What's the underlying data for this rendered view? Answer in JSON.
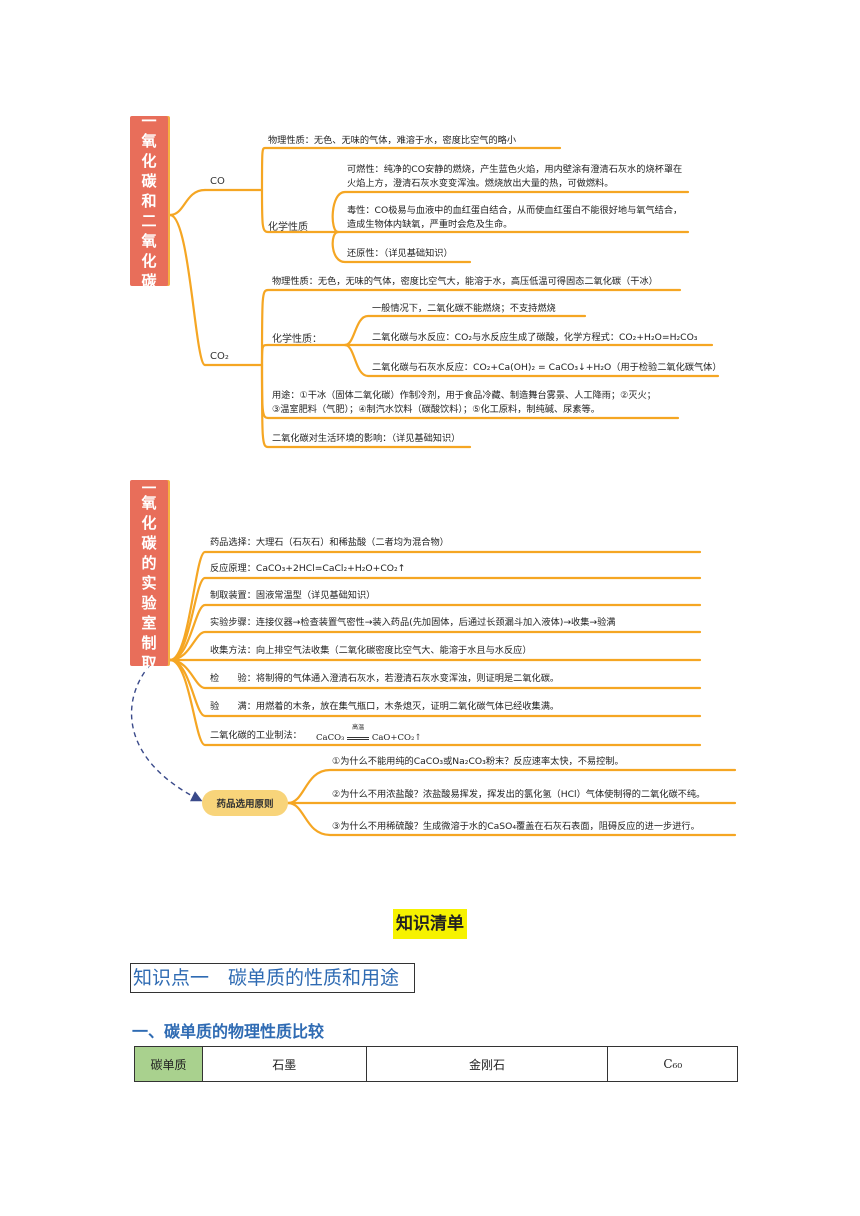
{
  "map1": {
    "title_chars": [
      "一",
      "氧",
      "化",
      "碳",
      "和",
      "二",
      "氧",
      "化",
      "碳"
    ],
    "co": {
      "label": "CO",
      "physical": "物理性质：无色、无味的气体，难溶于水，密度比空气的略小",
      "chemical_label": "化学性质",
      "flammability": "可燃性：纯净的CO安静的燃烧，产生蓝色火焰，用内壁涂有澄清石灰水的烧杯罩在火焰上方，澄清石灰水变变浑浊。燃烧放出大量的热，可做燃料。",
      "toxicity": "毒性：CO极易与血液中的血红蛋白结合，从而使血红蛋白不能很好地与氧气结合，造成生物体内缺氧，严重时会危及生命。",
      "reducibility": "还原性：（详见基础知识）"
    },
    "co2": {
      "label": "CO₂",
      "physical": "物理性质：无色，无味的气体，密度比空气大，能溶于水，高压低温可得固态二氧化碳（干冰）",
      "chemical_label": "化学性质：",
      "chem1": "一般情况下，二氧化碳不能燃烧；不支持燃烧",
      "chem2": "二氧化碳与水反应：CO₂与水反应生成了碳酸，化学方程式：CO₂+H₂O=H₂CO₃",
      "chem3": "二氧化碳与石灰水反应：CO₂+Ca(OH)₂ = CaCO₃↓+H₂O（用于检验二氧化碳气体）",
      "uses_line1": "用途：①干冰（固体二氧化碳）作制冷剂，用于食品冷藏、制造舞台雾景、人工降雨；②灭火；",
      "uses_line2": "③温室肥料（气肥）；④制汽水饮料（碳酸饮料）；⑤化工原料，制纯碱、尿素等。",
      "environment": "二氧化碳对生活环境的影响：（详见基础知识）"
    }
  },
  "map2": {
    "title_chars": [
      "二",
      "氧",
      "化",
      "碳",
      "的",
      "实",
      "验",
      "室",
      "制",
      "取"
    ],
    "items": [
      "药品选择：大理石（石灰石）和稀盐酸（二者均为混合物）",
      "反应原理：CaCO₃+2HCl=CaCl₂+H₂O+CO₂↑",
      "制取装置：固液常温型（详见基础知识）",
      "实验步骤：连接仪器→检查装置气密性→装入药品(先加固体，后通过长颈漏斗加入液体)→收集→验满",
      "收集方法：向上排空气法收集（二氧化碳密度比空气大、能溶于水且与水反应）",
      "检　　验：将制得的气体通入澄清石灰水，若澄清石灰水变浑浊，则证明是二氧化碳。",
      "验　　满：用燃着的木条，放在集气瓶口，木条熄灭，证明二氧化碳气体已经收集满。"
    ],
    "industrial_label": "二氧化碳的工业制法：",
    "industrial_eq_left": "CaCO₃",
    "industrial_eq_cond": "高温",
    "industrial_eq_right": "CaO+CO₂↑",
    "principle_label": "药品选用原则",
    "principles": [
      "①为什么不能用纯的CaCO₃或Na₂CO₃粉末？反应速率太快，不易控制。",
      "②为什么不用浓盐酸？浓盐酸易挥发，挥发出的氯化氢（HCl）气体使制得的二氧化碳不纯。",
      "③为什么不用稀硫酸？生成微溶于水的CaSO₄覆盖在石灰石表面，阻碍反应的进一步进行。"
    ]
  },
  "knowledge": {
    "heading": "知识清单",
    "point_title": "知识点一　碳单质的性质和用途",
    "section_title": "一、碳单质的物理性质比较",
    "table_cells": [
      "碳单质",
      "石墨",
      "金刚石",
      "C₆₀"
    ]
  },
  "colors": {
    "branch_line": "#f5a623",
    "side_bar": "#e86e5a",
    "heading_highlight": "#f6f200",
    "title_blue": "#2f6bb3",
    "table_header": "#a9d18e"
  }
}
